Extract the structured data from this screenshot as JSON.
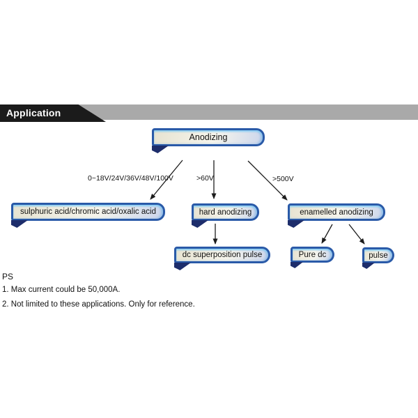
{
  "header": {
    "title": "Application"
  },
  "flowchart": {
    "nodes": {
      "root": "Anodizing",
      "level1_left": "sulphuric acid/chromic acid/oxalic acid",
      "level1_mid": "hard anodizing",
      "level1_right": "enamelled anodizing",
      "level2_mid": "dc superposition pulse",
      "level2_right_a": "Pure dc",
      "level2_right_b": "pulse"
    },
    "edge_labels": {
      "left": "0~18V/24V/36V/48V/100V",
      "mid": ">60V",
      "right": ">500V"
    }
  },
  "notes": {
    "title": "PS",
    "items": [
      "1. Max current could be 50,000A.",
      "2. Not limited to these applications. Only for reference."
    ]
  },
  "colors": {
    "header_black": "#1b1b1b",
    "header_gray": "#a9a9a9",
    "box_border_blue": "#2a5aa8",
    "fold_navy": "#1d2d6b",
    "arrow_black": "#1c1c1c"
  }
}
